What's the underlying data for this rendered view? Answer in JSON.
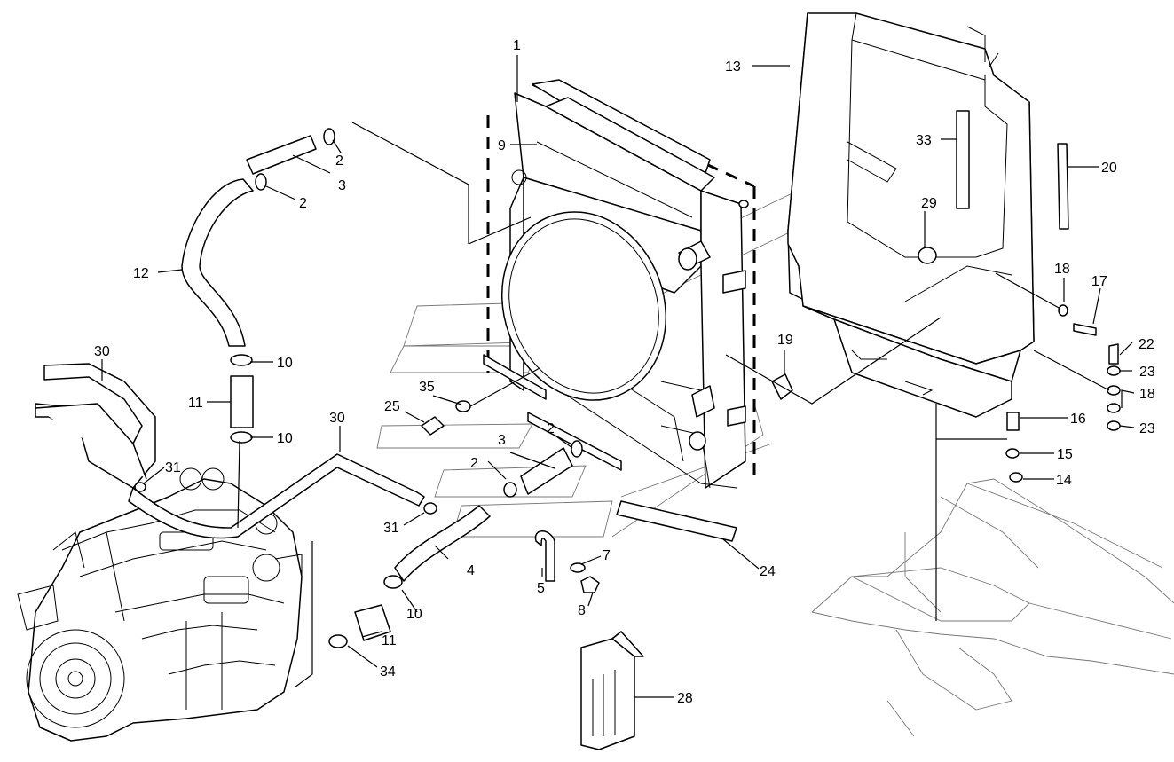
{
  "colors": {
    "line": "#000000",
    "ghost": "#777777",
    "background": "#ffffff"
  },
  "callouts": [
    {
      "id": "c-1",
      "text": "1"
    },
    {
      "id": "c-2a",
      "text": "2"
    },
    {
      "id": "c-2b",
      "text": "2"
    },
    {
      "id": "c-2c",
      "text": "2"
    },
    {
      "id": "c-2d",
      "text": "2"
    },
    {
      "id": "c-3a",
      "text": "3"
    },
    {
      "id": "c-3b",
      "text": "3"
    },
    {
      "id": "c-4",
      "text": "4"
    },
    {
      "id": "c-5",
      "text": "5"
    },
    {
      "id": "c-7",
      "text": "7"
    },
    {
      "id": "c-8",
      "text": "8"
    },
    {
      "id": "c-9",
      "text": "9"
    },
    {
      "id": "c-10a",
      "text": "10"
    },
    {
      "id": "c-10b",
      "text": "10"
    },
    {
      "id": "c-10c",
      "text": "10"
    },
    {
      "id": "c-11a",
      "text": "11"
    },
    {
      "id": "c-11b",
      "text": "11"
    },
    {
      "id": "c-12",
      "text": "12"
    },
    {
      "id": "c-13",
      "text": "13"
    },
    {
      "id": "c-14",
      "text": "14"
    },
    {
      "id": "c-15",
      "text": "15"
    },
    {
      "id": "c-16",
      "text": "16"
    },
    {
      "id": "c-17",
      "text": "17"
    },
    {
      "id": "c-18a",
      "text": "18"
    },
    {
      "id": "c-18b",
      "text": "18"
    },
    {
      "id": "c-19",
      "text": "19"
    },
    {
      "id": "c-20",
      "text": "20"
    },
    {
      "id": "c-22",
      "text": "22"
    },
    {
      "id": "c-23a",
      "text": "23"
    },
    {
      "id": "c-23b",
      "text": "23"
    },
    {
      "id": "c-24",
      "text": "24"
    },
    {
      "id": "c-25",
      "text": "25"
    },
    {
      "id": "c-28",
      "text": "28"
    },
    {
      "id": "c-29",
      "text": "29"
    },
    {
      "id": "c-30a",
      "text": "30"
    },
    {
      "id": "c-30b",
      "text": "30"
    },
    {
      "id": "c-31a",
      "text": "31"
    },
    {
      "id": "c-31b",
      "text": "31"
    },
    {
      "id": "c-33",
      "text": "33"
    },
    {
      "id": "c-34",
      "text": "34"
    },
    {
      "id": "c-35",
      "text": "35"
    }
  ]
}
